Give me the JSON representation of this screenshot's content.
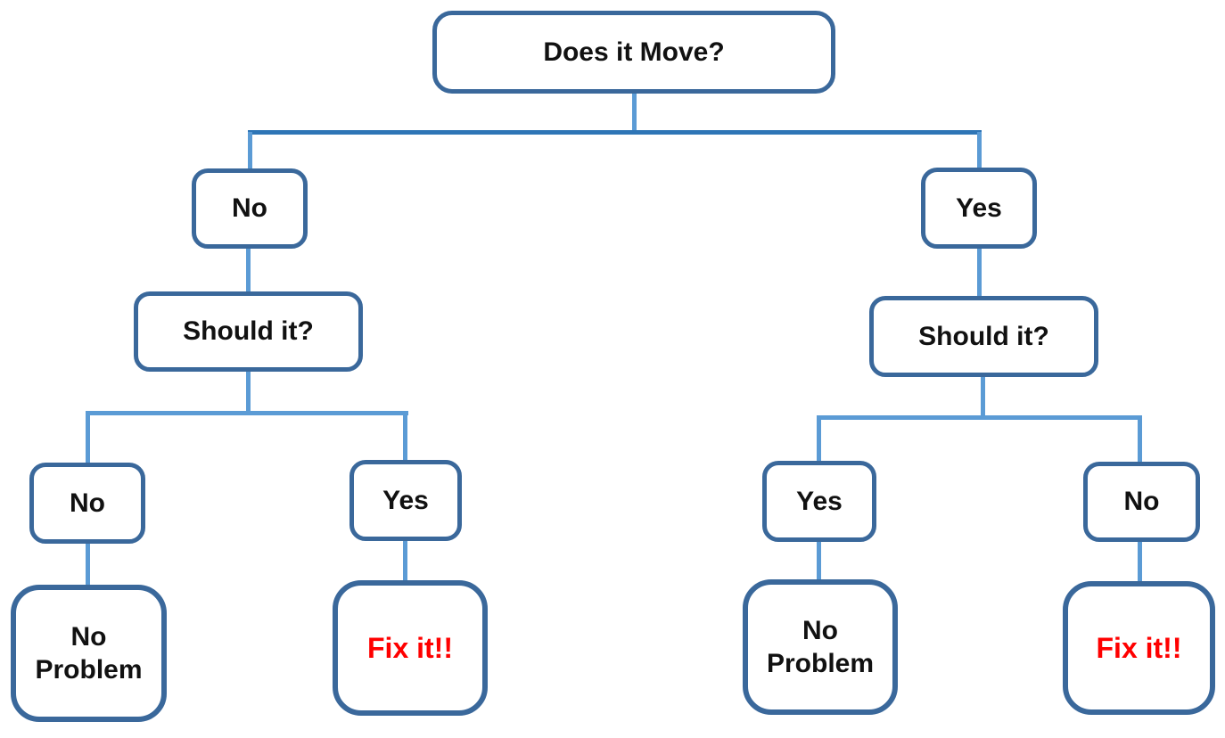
{
  "diagram": {
    "type": "decision-flowchart",
    "root": {
      "label": "Does it Move?"
    },
    "left": {
      "answer": "No",
      "question": "Should it?",
      "no": {
        "answer": "No",
        "result": "No Problem"
      },
      "yes": {
        "answer": "Yes",
        "result": "Fix it!!"
      }
    },
    "right": {
      "answer": "Yes",
      "question": "Should it?",
      "yes": {
        "answer": "Yes",
        "result": "No Problem"
      },
      "no": {
        "answer": "No",
        "result": "Fix it!!"
      }
    },
    "colors": {
      "box_border": "#3A689B",
      "connector": "#5B9BD5",
      "spine": "#2E75B6",
      "text": "#111111",
      "alert_text": "#FF0000",
      "background": "#FFFFFF"
    }
  }
}
